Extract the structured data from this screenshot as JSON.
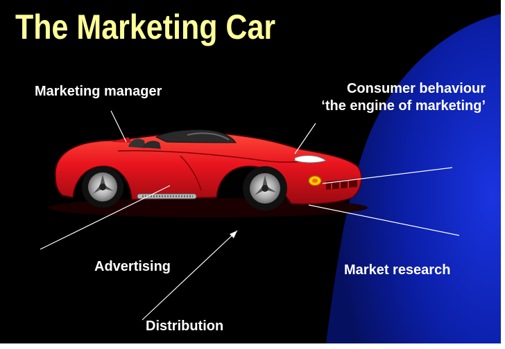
{
  "slide": {
    "title": "The Marketing Car",
    "labels": {
      "marketing_manager": "Marketing manager",
      "consumer_behaviour_line1": "Consumer behaviour",
      "consumer_behaviour_line2": "‘the engine of marketing’",
      "advertising": "Advertising",
      "distribution": "Distribution",
      "market_research": "Market research"
    }
  },
  "colors": {
    "background": "#000000",
    "title": "#ffff99",
    "label_text": "#ffffff",
    "car_body": "#e8141e",
    "market_research_region": "#0a1a8c",
    "arrows": "#ffffff"
  },
  "icons": {
    "car": "red-sports-car-illustration"
  }
}
